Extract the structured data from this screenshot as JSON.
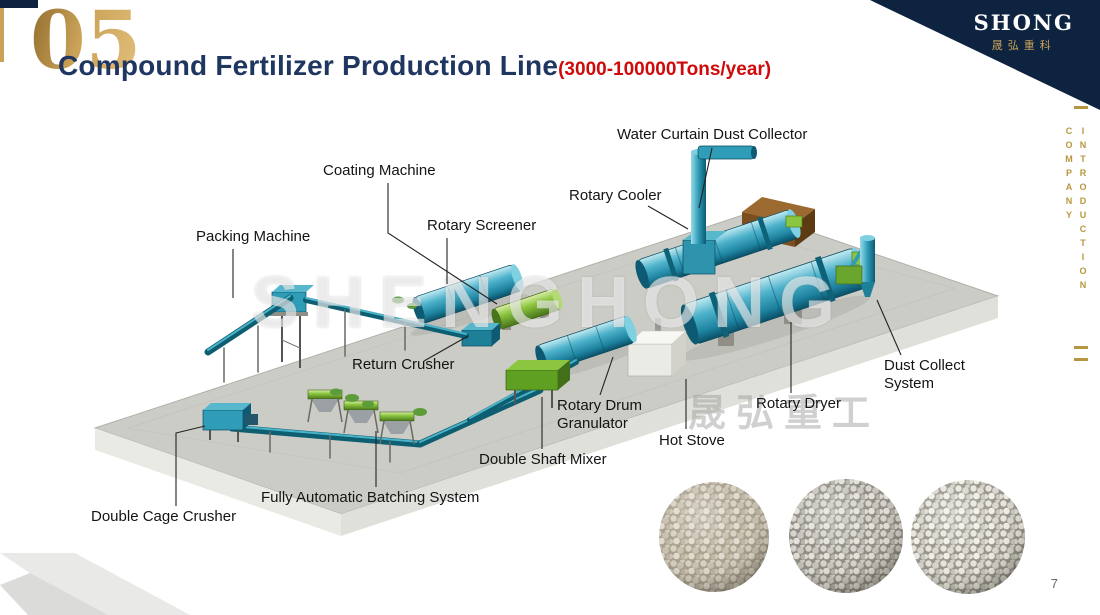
{
  "colors": {
    "accent_gold": "#c9a157",
    "title_navy": "#1f3660",
    "subtitle_red": "#cf0a0a",
    "corner_navy": "#0d2340",
    "machine_blue": "#2f9cb8",
    "machine_green": "#8cc63f",
    "platform_gray": "#ccccc6"
  },
  "header": {
    "slide_number": "05",
    "title": "Compound Fertilizer Production Line",
    "capacity": "(3000-100000Tons/year)"
  },
  "brand": {
    "logo": "SHONG",
    "logo_cn": "晟弘重科"
  },
  "sidebar": {
    "word1": "COMPANY",
    "word2": "INTRODUCTION"
  },
  "watermark": {
    "en": "SHENGHONG",
    "cn": "晟弘重工"
  },
  "labels": {
    "water_curtain_dust_collector": "Water Curtain Dust Collector",
    "coating_machine": "Coating Machine",
    "rotary_cooler": "Rotary Cooler",
    "rotary_screener": "Rotary Screener",
    "packing_machine": "Packing Machine",
    "return_crusher": "Return Crusher",
    "dust_collect_system": "Dust Collect System",
    "rotary_drum_granulator": "Rotary Drum Granulator",
    "rotary_dryer": "Rotary Dryer",
    "hot_stove": "Hot Stove",
    "double_shaft_mixer": "Double Shaft Mixer",
    "fully_automatic_batching_system": "Fully Automatic Batching System",
    "double_cage_crusher": "Double Cage Crusher"
  },
  "footer": {
    "page_number": "7"
  }
}
